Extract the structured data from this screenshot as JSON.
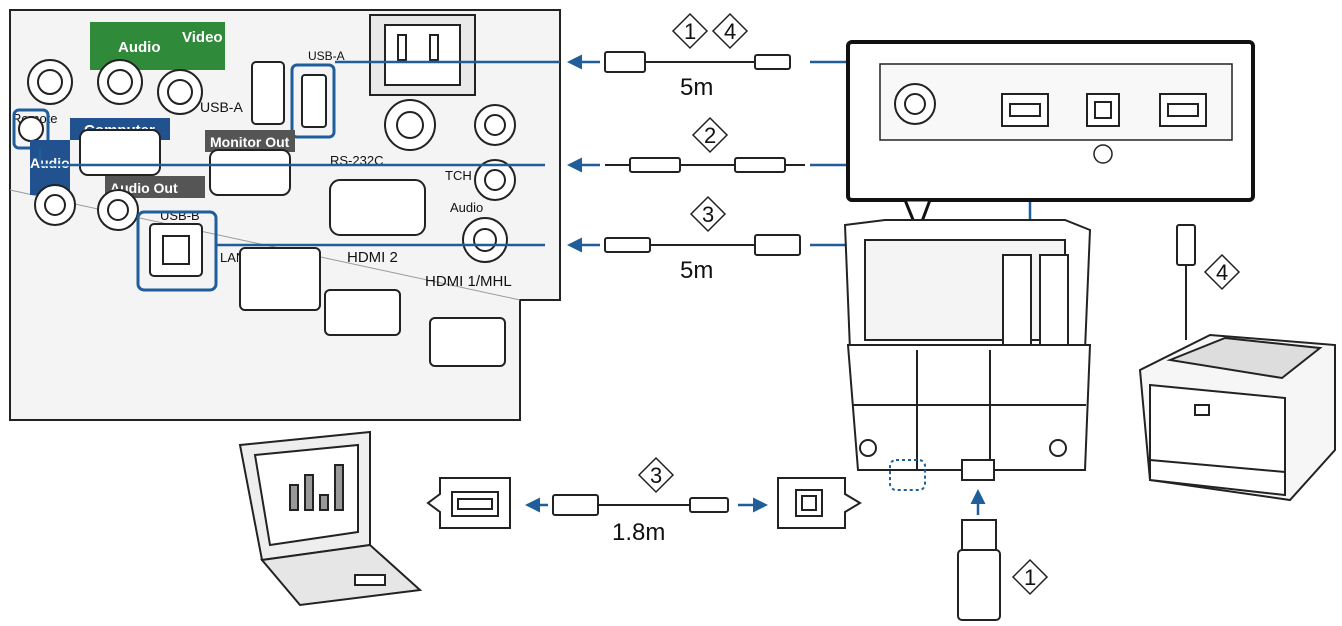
{
  "colors": {
    "connector_line": "#1f5e9a",
    "panel_gray": "#f0f0f0",
    "green": "#2f8a3a",
    "blue": "#21518f",
    "dark": "#555555"
  },
  "port_labels": {
    "audio": "Audio",
    "video": "Video",
    "usb_a_top": "USB-A",
    "usb_a_side": "USB-A",
    "remote": "Remote",
    "computer": "Computer",
    "audio_left": "Audio",
    "monitor_out": "Monitor Out",
    "rs232c": "RS-232C",
    "tch": "TCH",
    "audio_out": "Audio Out",
    "usb_b": "USB-B",
    "audio_right": "Audio",
    "lan": "LAN",
    "hdmi2": "HDMI 2",
    "hdmi1": "HDMI 1/MHL"
  },
  "callouts": {
    "c1": "1",
    "c4": "4",
    "c2": "2",
    "c3_top": "3",
    "c4_printer": "4",
    "c3_bottom": "3",
    "c1_usb": "1"
  },
  "cable_lengths": {
    "top": "5m",
    "middle": "5m",
    "bottom": "1.8m"
  },
  "icons": [
    "laptop-icon",
    "printer-icon",
    "usb-flash-drive-icon",
    "usb-cable-icon",
    "audio-cable-icon"
  ]
}
